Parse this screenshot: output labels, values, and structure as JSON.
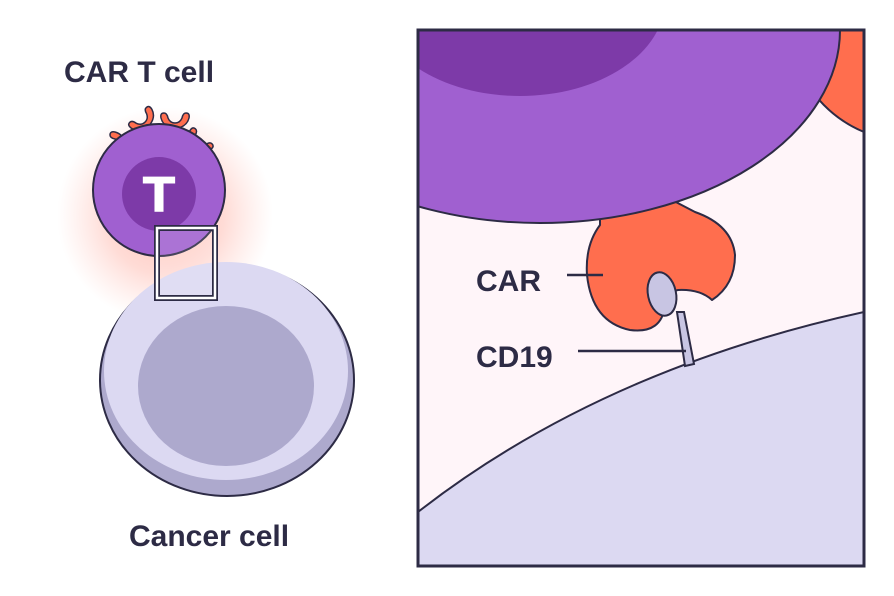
{
  "labels": {
    "car_t_cell": "CAR T cell",
    "t_letter": "T",
    "cancer_cell": "Cancer cell",
    "car": "CAR",
    "cd19": "CD19"
  },
  "colors": {
    "t_cell_outer": "#a060d0",
    "t_cell_inner": "#7d3aa8",
    "receptor": "#ff6e4e",
    "cancer_cell": "#dcd9f2",
    "cancer_nucleus": "#ada9cd",
    "outline": "#2d2b45",
    "glow": "#ff8a7a",
    "panel_bg": "#fff5f9",
    "cd19": "#c8c5e3"
  }
}
